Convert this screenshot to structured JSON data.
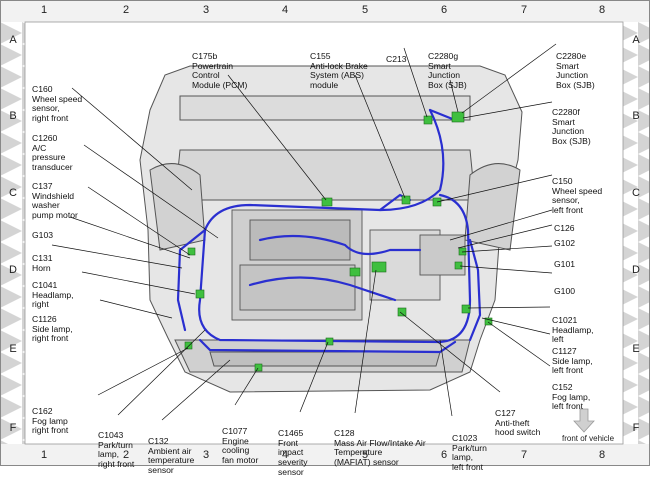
{
  "ruler": {
    "columns": [
      "1",
      "2",
      "3",
      "4",
      "5",
      "6",
      "7",
      "8"
    ],
    "rows": [
      "A",
      "B",
      "C",
      "D",
      "E",
      "F"
    ]
  },
  "labels": [
    {
      "id": "c160",
      "code": "C160",
      "name": "Wheel speed\nsensor,\nright front"
    },
    {
      "id": "c1260",
      "code": "C1260",
      "name": "A/C\npressure\ntransducer"
    },
    {
      "id": "c137",
      "code": "C137",
      "name": "Windshield\nwasher\npump motor"
    },
    {
      "id": "g103",
      "code": "G103",
      "name": ""
    },
    {
      "id": "c131",
      "code": "C131",
      "name": "Horn"
    },
    {
      "id": "c1041",
      "code": "C1041",
      "name": "Headlamp,\nright"
    },
    {
      "id": "c1126",
      "code": "C1126",
      "name": "Side lamp,\nright front"
    },
    {
      "id": "c162",
      "code": "C162",
      "name": "Fog lamp\nright front"
    },
    {
      "id": "c1043",
      "code": "C1043",
      "name": "Park/turn\nlamp,\nright front"
    },
    {
      "id": "c132",
      "code": "C132",
      "name": "Ambient air\ntemperature\nsensor"
    },
    {
      "id": "c1077",
      "code": "C1077",
      "name": "Engine\ncooling\nfan motor"
    },
    {
      "id": "c1465",
      "code": "C1465",
      "name": "Front\nimpact\nseverity\nsensor"
    },
    {
      "id": "c128",
      "code": "C128",
      "name": "Mass Air Flow/Intake Air\nTemperature\n(MAFIAT) sensor"
    },
    {
      "id": "c1023",
      "code": "C1023",
      "name": "Park/turn\nlamp,\nleft front"
    },
    {
      "id": "c127",
      "code": "C127",
      "name": "Anti-theft\nhood switch"
    },
    {
      "id": "c152",
      "code": "C152",
      "name": "Fog lamp,\nleft front"
    },
    {
      "id": "c1127",
      "code": "C1127",
      "name": "Side lamp,\nleft front"
    },
    {
      "id": "c1021",
      "code": "C1021",
      "name": "Headlamp,\nleft"
    },
    {
      "id": "g100",
      "code": "G100",
      "name": ""
    },
    {
      "id": "g101",
      "code": "G101",
      "name": ""
    },
    {
      "id": "g102",
      "code": "G102",
      "name": ""
    },
    {
      "id": "c126",
      "code": "C126",
      "name": ""
    },
    {
      "id": "c150",
      "code": "C150",
      "name": "Wheel speed\nsensor,\nleft front"
    },
    {
      "id": "c2280f",
      "code": "C2280f",
      "name": "Smart\nJunction\nBox (SJB)"
    },
    {
      "id": "c2280e",
      "code": "C2280e",
      "name": "Smart\nJunction\nBox (SJB)"
    },
    {
      "id": "c2280g",
      "code": "C2280g",
      "name": "Smart\nJunction\nBox (SJB)"
    },
    {
      "id": "c213",
      "code": "C213",
      "name": ""
    },
    {
      "id": "c155",
      "code": "C155",
      "name": "Anti-lock Brake\nSystem (ABS)\nmodule"
    },
    {
      "id": "c175b",
      "code": "C175b",
      "name": "Powertrain\nControl\nModule (PCM)"
    }
  ],
  "front_of_vehicle": "front of vehicle",
  "colors": {
    "harness": "#2a2fd0",
    "connector": "#3fbf3f",
    "body_line": "#444444",
    "border_pattern": "#c8c8c8"
  }
}
